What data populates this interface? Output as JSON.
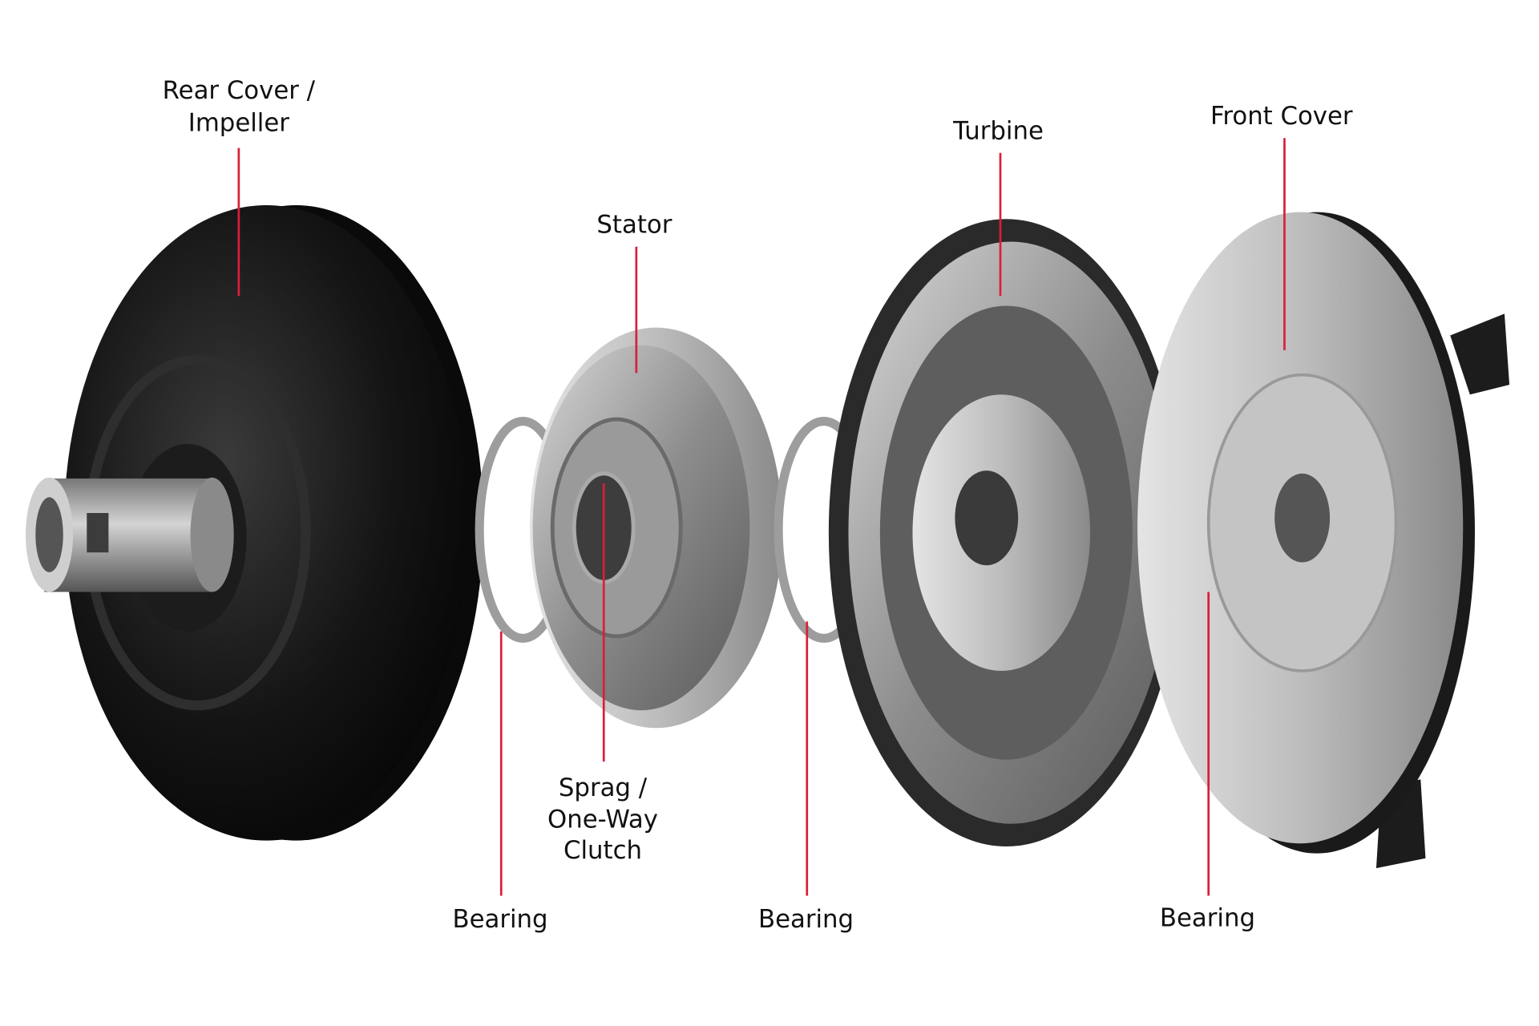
{
  "labels": {
    "rear_cover_line1": "Rear Cover /",
    "rear_cover_line2": "Impeller",
    "stator": "Stator",
    "turbine": "Turbine",
    "front_cover": "Front Cover",
    "sprag_line1": "Sprag /",
    "sprag_line2": "One-Way",
    "sprag_line3": "Clutch",
    "bearing_1": "Bearing",
    "bearing_2": "Bearing",
    "bearing_3": "Bearing"
  },
  "colors": {
    "leader_line": "#d81f3c",
    "impeller": "#111111",
    "metal": "#a9a9a9"
  }
}
